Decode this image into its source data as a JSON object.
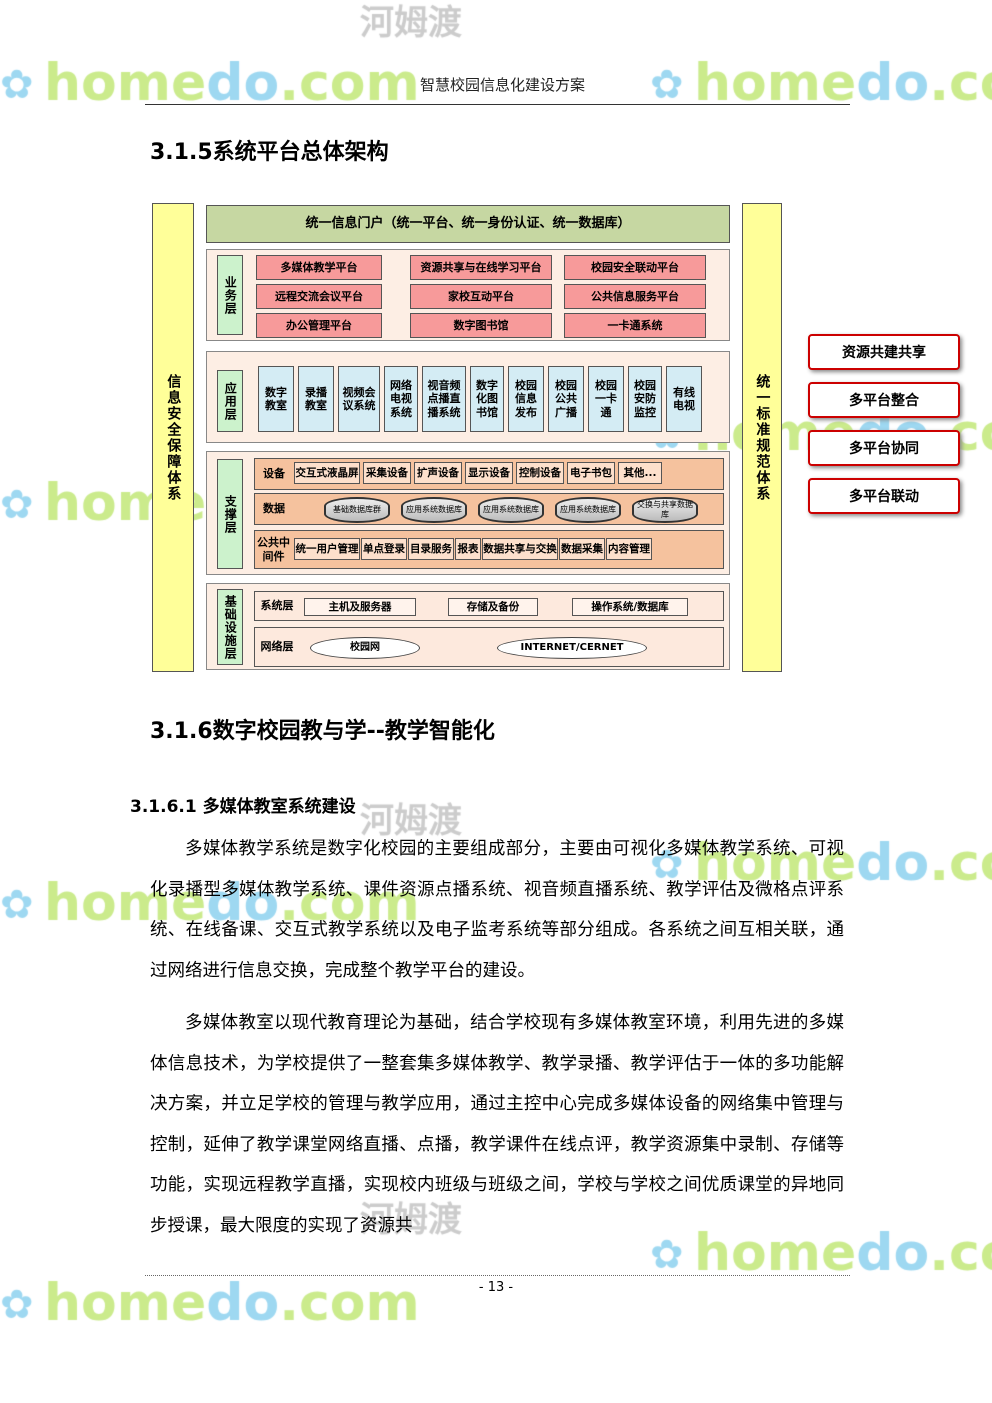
{
  "header": {
    "title": "智慧校园信息化建设方案"
  },
  "section_315": {
    "heading": "3.1.5系统平台总体架构"
  },
  "diagram": {
    "left_pillar": "信息安全保障体系",
    "right_pillar": "统一标准规范体系",
    "portal": "统一信息门户（统一平台、统一身份认证、统一数据库）",
    "business": {
      "label": "业务层",
      "items": [
        "多媒体教学平台",
        "资源共享与在线学习平台",
        "校园安全联动平台",
        "远程交流会议平台",
        "家校互动平台",
        "公共信息服务平台",
        "办公管理平台",
        "数字图书馆",
        "一卡通系统"
      ]
    },
    "application": {
      "label": "应用层",
      "items": [
        "数字教室",
        "录播教室",
        "视频会议系统",
        "网络电视系统",
        "视音频点播直播系统",
        "数字化图书馆",
        "校园信息发布",
        "校园公共广播",
        "校园一卡通",
        "校园安防监控",
        "有线电视"
      ]
    },
    "support": {
      "label": "支撑层",
      "devices": {
        "label": "设备",
        "items": [
          "交互式液晶屏",
          "采集设备",
          "扩声设备",
          "显示设备",
          "控制设备",
          "电子书包",
          "其他..."
        ]
      },
      "data": {
        "label": "数据",
        "items": [
          "基础数据库群",
          "应用系统数据库",
          "应用系统数据库",
          "应用系统数据库",
          "交换与共享数据库"
        ]
      },
      "middleware": {
        "label": "公共中间件",
        "items": [
          "统一用户管理",
          "单点登录",
          "目录服务",
          "报表",
          "数据共享与交换",
          "数据采集",
          "内容管理"
        ]
      }
    },
    "infrastructure": {
      "label": "基础设施层",
      "system": {
        "label": "系统层",
        "items": [
          "主机及服务器",
          "存储及备份",
          "操作系统/数据库"
        ]
      },
      "network": {
        "label": "网络层",
        "items": [
          "校园网",
          "INTERNET/CERNET"
        ]
      }
    },
    "side_boxes": [
      "资源共建共享",
      "多平台整合",
      "多平台协同",
      "多平台联动"
    ]
  },
  "section_316": {
    "heading": "3.1.6数字校园教与学--教学智能化"
  },
  "section_3161": {
    "heading": "3.1.6.1 多媒体教室系统建设",
    "paragraphs": [
      "多媒体教学系统是数字化校园的主要组成部分，主要由可视化多媒体教学系统、可视化录播型多媒体教学系统、课件资源点播系统、视音频直播系统、教学评估及微格点评系统、在线备课、交互式教学系统以及电子监考系统等部分组成。各系统之间互相关联，通过网络进行信息交换，完成整个教学平台的建设。",
      "多媒体教室以现代教育理论为基础，结合学校现有多媒体教室环境，利用先进的多媒体信息技术，为学校提供了一整套集多媒体教学、教学录播、教学评估于一体的多功能解决方案，并立足学校的管理与教学应用，通过主控中心完成多媒体设备的网络集中管理与控制，延伸了教学课堂网络直播、点播，教学课件在线点评，教学资源集中录制、存储等功能，实现远程教学直播，实现校内班级与班级之间，学校与学校之间优质课堂的异地同步授课，最大限度的实现了资源共"
    ]
  },
  "footer": {
    "page": "- 13 -"
  },
  "watermark": {
    "brand": "homedo.com",
    "cn": "河姆渡"
  }
}
